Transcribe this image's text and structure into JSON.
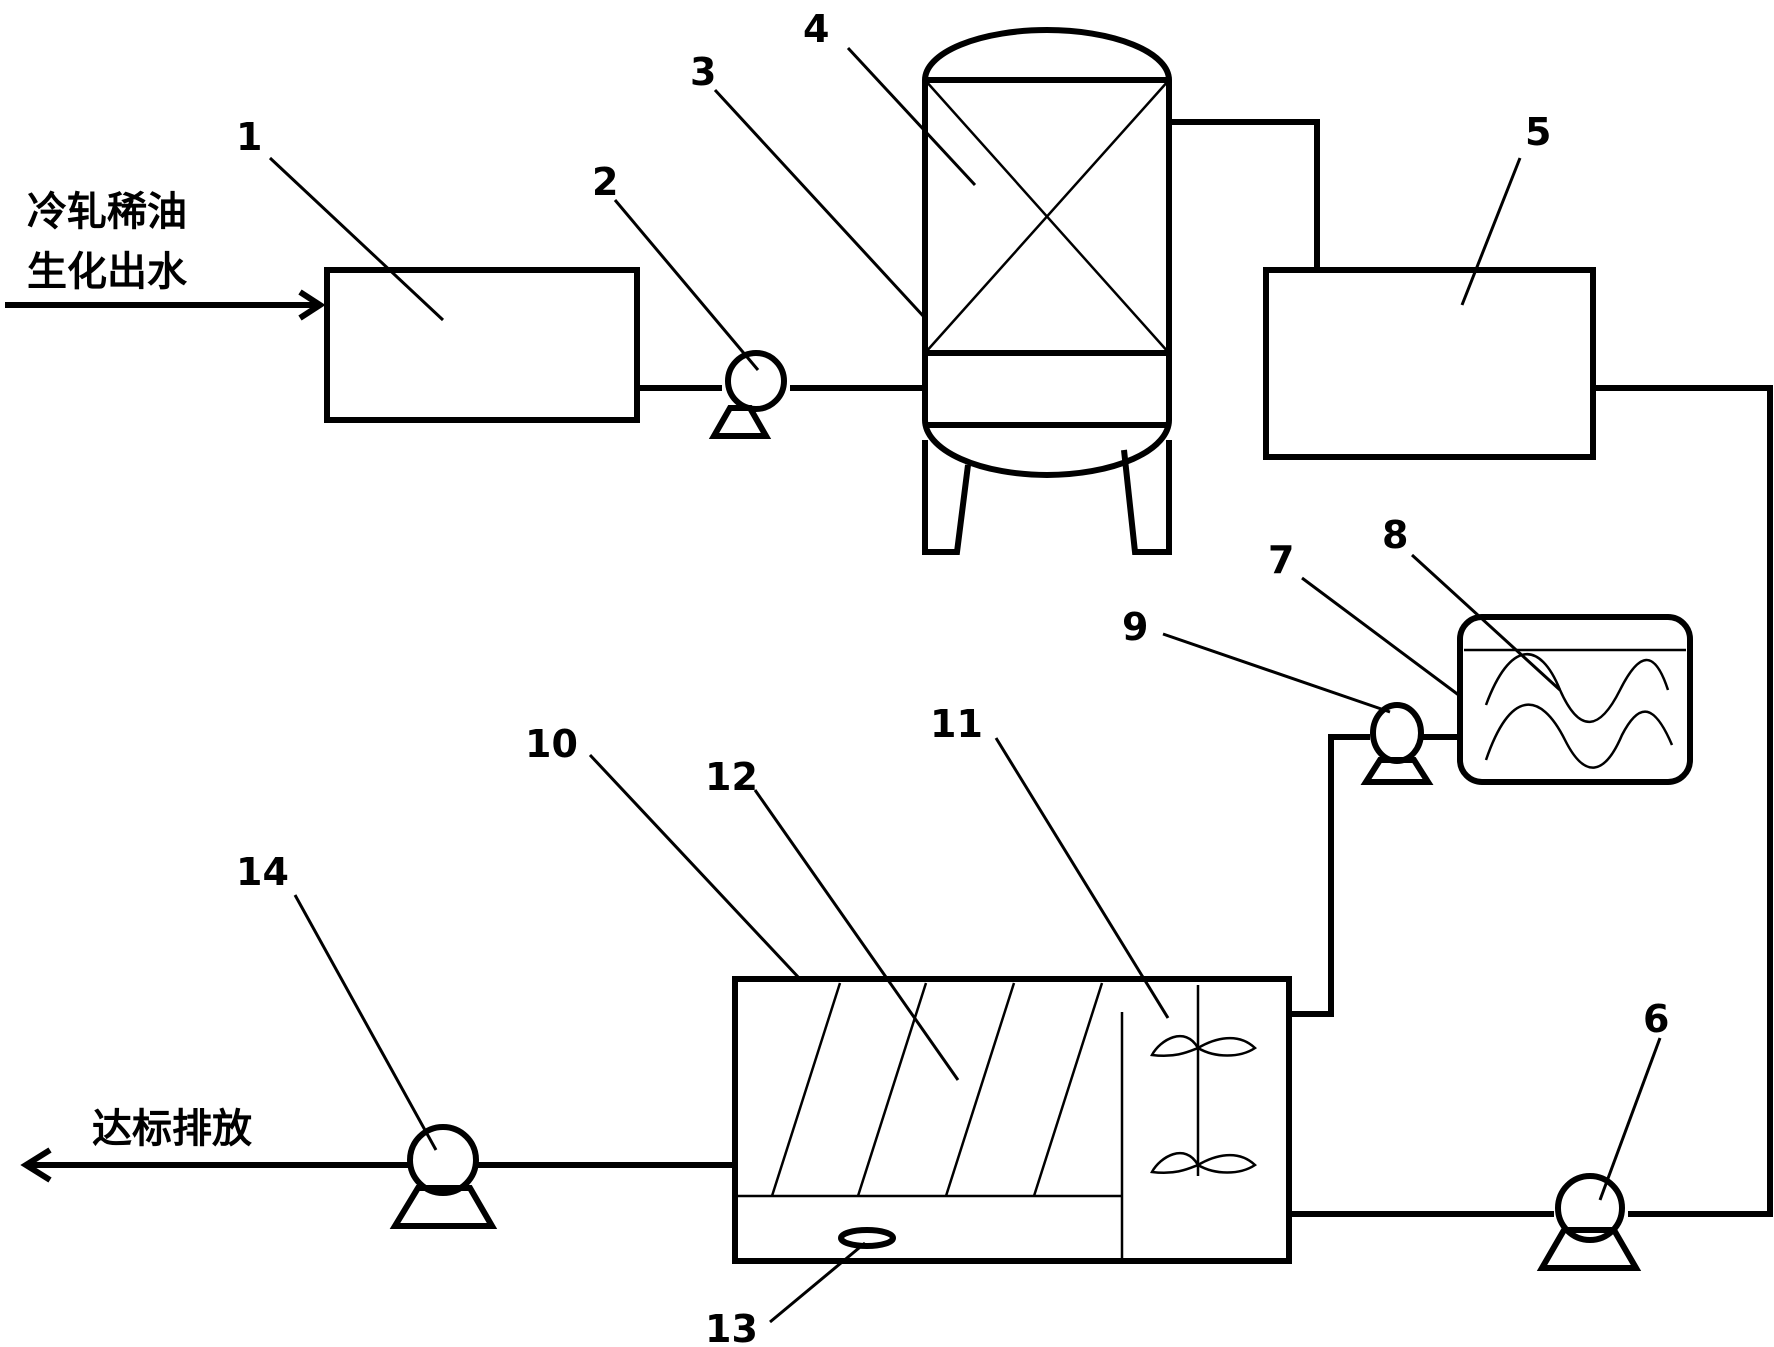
{
  "inlet_label": {
    "line1": "冷轧稀油",
    "line2": "生化出水"
  },
  "outlet_label": "达标排放",
  "callouts": [
    "1",
    "2",
    "3",
    "4",
    "5",
    "6",
    "7",
    "8",
    "9",
    "10",
    "11",
    "12",
    "13",
    "14"
  ]
}
